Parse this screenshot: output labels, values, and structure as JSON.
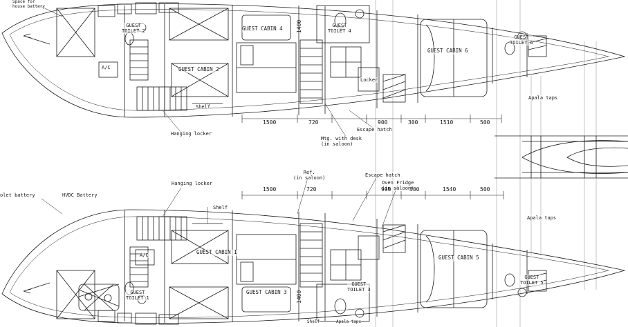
{
  "colors": {
    "line": "#1b1b1b",
    "light_line": "#777777",
    "background": "#ffffff"
  },
  "top": {
    "space_for_house_battery": "Space for\nhouse battery",
    "guest_toilet_2": "GUEST\nTOILET 2",
    "ac": "A/C",
    "guest_cabin_2": "GUEST CABIN 2",
    "shelf": "Shelf",
    "hanging_locker": "Hanging locker",
    "guest_cabin_4": "GUEST CABIN 4",
    "dim_1400": "1400",
    "guest_toilet_4": "GUEST\nTOILET 4",
    "locker": "Locker",
    "guest_cabin_6": "GUEST CABIN 6",
    "guest_toilet_6": "GUEST\nTOILET 6",
    "apala_taps": "Apala taps",
    "escape_hatch": "Escape hatch",
    "mtg_with_desk": "Mtg. with desk\n(in saloon)",
    "dims": [
      "1500",
      "720",
      "900",
      "300",
      "1510",
      "500"
    ]
  },
  "bottom": {
    "hanging_locker": "Hanging locker",
    "ref_in_saloon": "Ref.\n(in saloon)",
    "escape_hatch": "Escape hatch",
    "oven_fridge": "Oven Fridge\n(in saloon)",
    "toilet_battery": "olet battery",
    "hvdc_battery": "HVDC Battery",
    "shelf": "Shelf",
    "apala_taps": "Apala taps",
    "ac": "A/C",
    "guest_cabin_1": "GUEST CABIN 1",
    "guest_cabin_3": "GUEST CABIN 3",
    "dim_1400": "1400",
    "guest_toilet_3": "GUEST\nTOILET 3",
    "guest_cabin_5": "GUEST CABIN 5",
    "guest_toilet_5": "GUEST\nTOILET 5",
    "guest_toilet_1": "GUEST\nTOILET 1",
    "shelf_edge": "Shelf",
    "apala_taps_edge": "Apala taps",
    "dims": [
      "1500",
      "720",
      "900",
      "300",
      "1540",
      "500"
    ]
  }
}
